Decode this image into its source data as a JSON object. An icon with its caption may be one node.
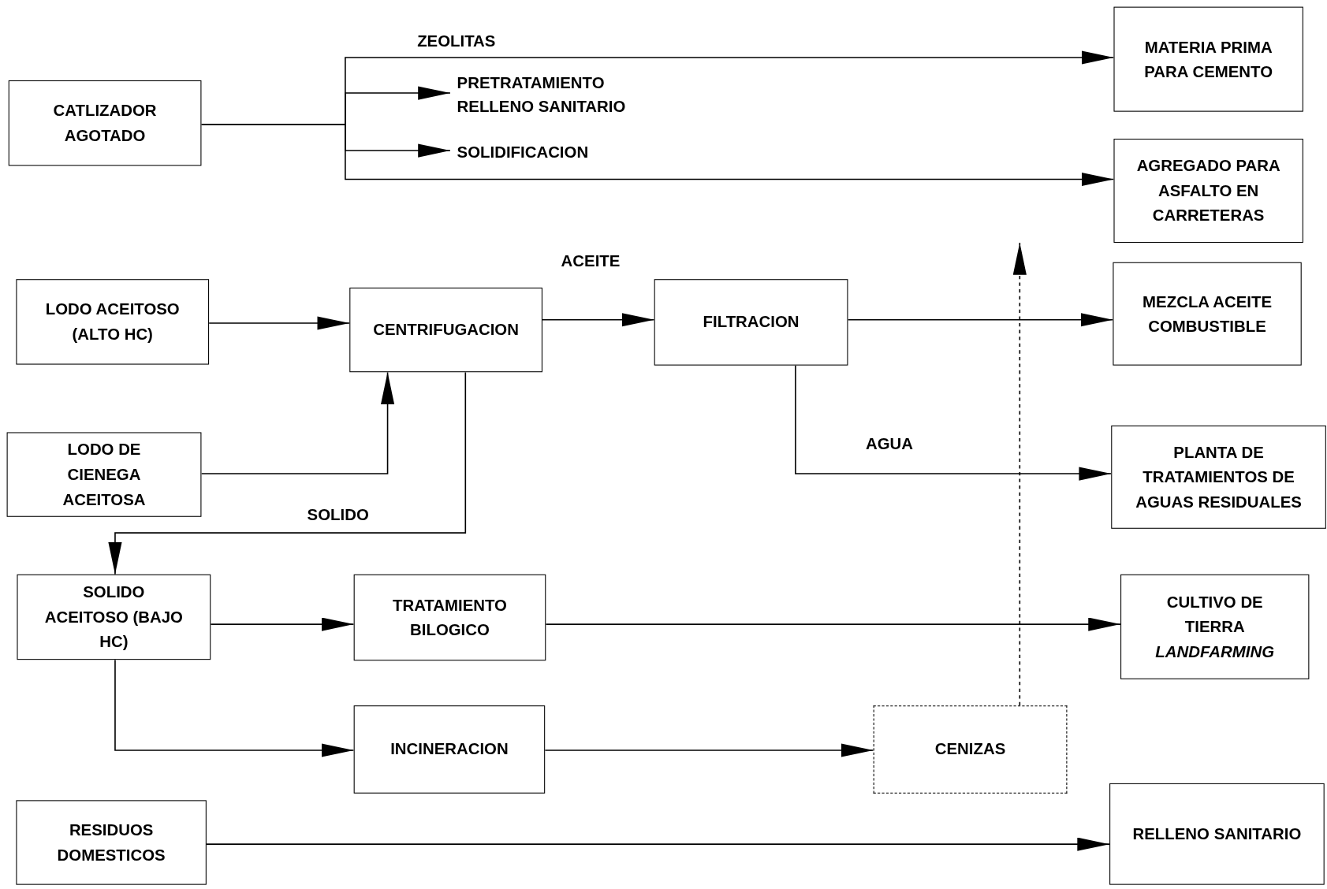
{
  "diagram": {
    "nodes": [
      {
        "text": [
          "CATLIZADOR AGOTADO"
        ]
      },
      {
        "text": [
          "PRETRATAMIENTO RELLENO SANITARIO"
        ]
      },
      {
        "text": [
          "SOLIDIFICACION"
        ]
      },
      {
        "text": [
          "MATERIA PRIMA PARA CEMENTO"
        ]
      },
      {
        "text": [
          "AGREGADO PARA ASFALTO EN CARRETERAS"
        ]
      },
      {
        "text": [
          "LODO ACEITOSO (ALTO HC)"
        ]
      },
      {
        "text": [
          "CENTRIFUGACION"
        ]
      },
      {
        "text": [
          "FILTRACION"
        ]
      },
      {
        "text": [
          "MEZCLA ACEITE COMBUSTIBLE"
        ]
      },
      {
        "text": [
          "LODO DE CIENEGA ACEITOSA"
        ]
      },
      {
        "text": [
          "PLANTA DE TRATAMIENTOS DE AGUAS RESIDUALES"
        ]
      },
      {
        "text": [
          "SOLIDO ACEITOSO (BAJO HC)"
        ]
      },
      {
        "text": [
          "TRATAMIENTO BILOGICO"
        ]
      },
      {
        "text": [
          "CULTIVO DE TIERRA",
          "LANDFARMING"
        ]
      },
      {
        "text": [
          "INCINERACION"
        ]
      },
      {
        "text": [
          "CENIZAS"
        ]
      },
      {
        "text": [
          "RESIDUOS DOMESTICOS"
        ]
      },
      {
        "text": [
          "RELLENO SANITARIO"
        ]
      }
    ],
    "edges": [
      {
        "from": 0,
        "to": 3,
        "arrow": "to",
        "label": "ZEOLITAS"
      },
      {
        "from": 0,
        "to": 1,
        "arrow": "to"
      },
      {
        "from": 0,
        "to": 2,
        "arrow": "to"
      },
      {
        "from": 0,
        "to": 4,
        "arrow": "to"
      },
      {
        "from": 5,
        "to": 6,
        "arrow": "to"
      },
      {
        "from": 6,
        "to": 7,
        "arrow": "to",
        "label": "ACEITE"
      },
      {
        "from": 7,
        "to": 8,
        "arrow": "to"
      },
      {
        "from": 7,
        "to": 10,
        "arrow": "to",
        "label": "AGUA"
      },
      {
        "from": 9,
        "to": 6,
        "arrow": "to"
      },
      {
        "from": 6,
        "to": 11,
        "arrow": "to",
        "label": "SOLIDO"
      },
      {
        "from": 11,
        "to": 12,
        "arrow": "to"
      },
      {
        "from": 12,
        "to": 13,
        "arrow": "to"
      },
      {
        "from": 11,
        "to": 14,
        "arrow": "to"
      },
      {
        "from": 14,
        "to": 15,
        "arrow": "to"
      },
      {
        "from": 15,
        "to": 4,
        "arrow": "to",
        "style": "dashed"
      },
      {
        "from": 16,
        "to": 17,
        "arrow": "to"
      }
    ]
  }
}
